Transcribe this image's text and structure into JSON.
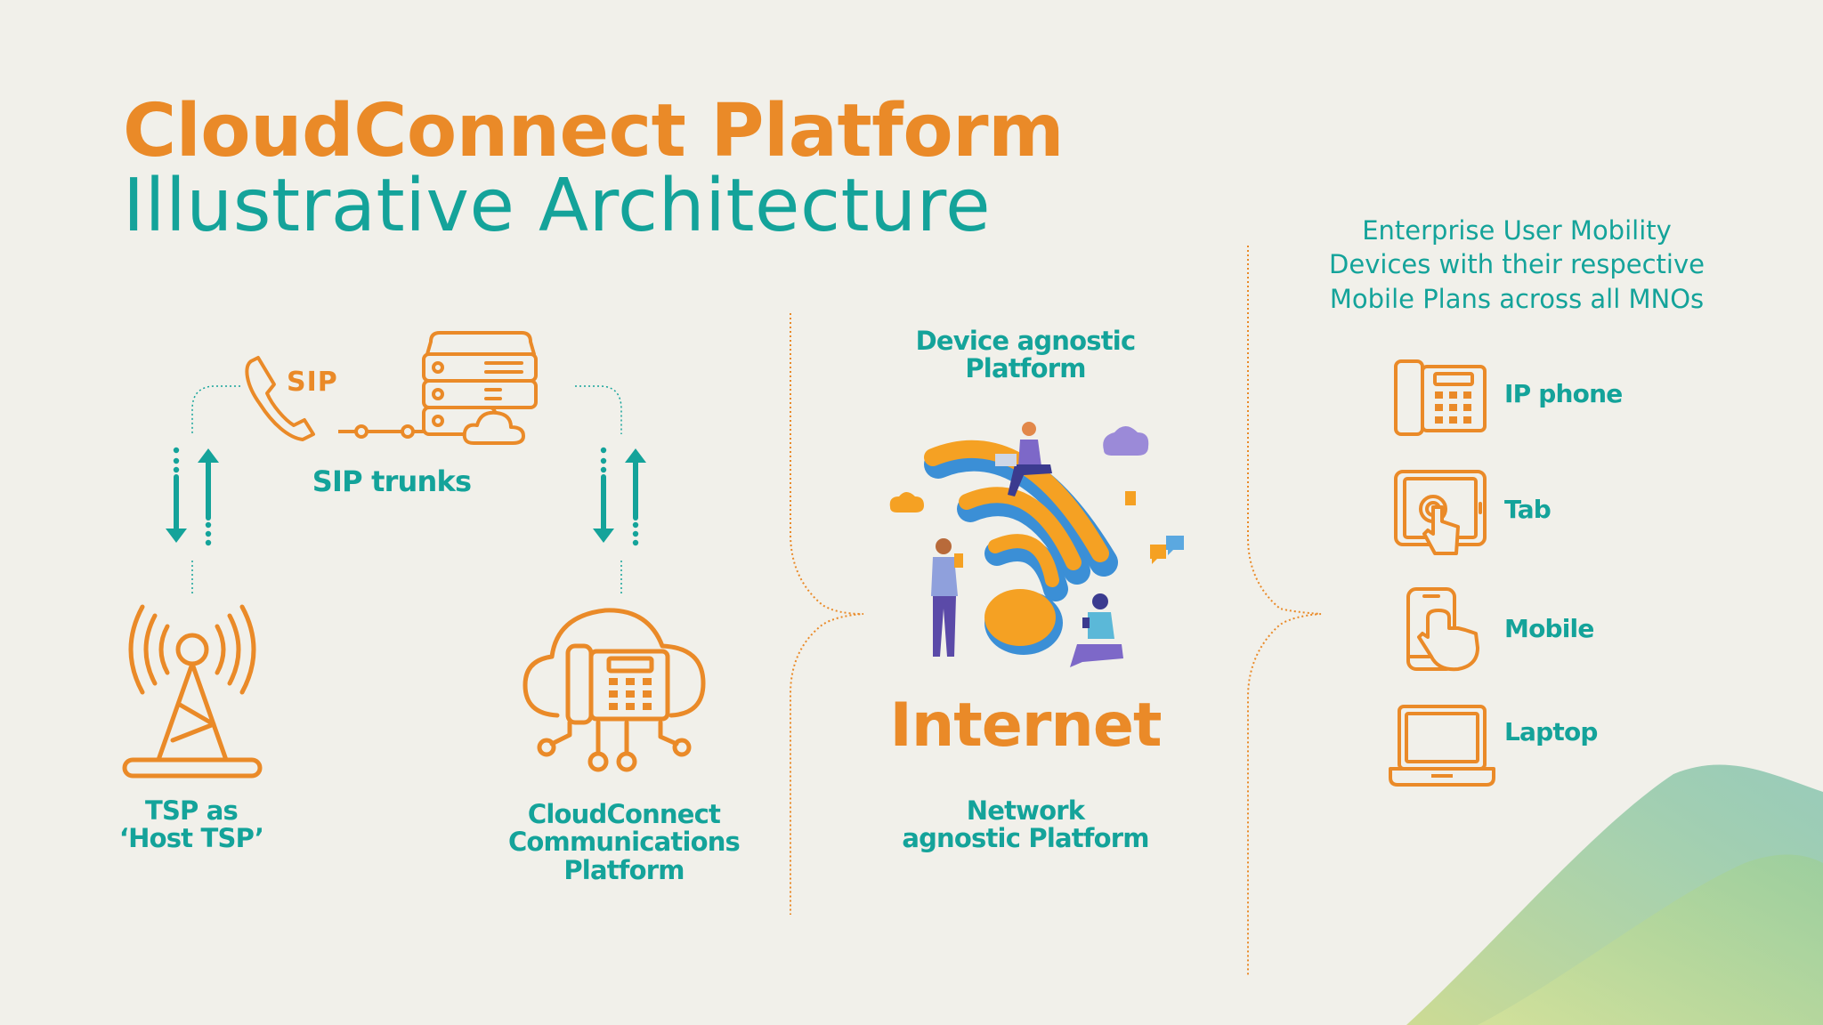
{
  "title": {
    "main": "CloudConnect Platform",
    "sub": "Illustrative Architecture"
  },
  "left": {
    "sip_badge": "SIP",
    "sip_trunks_label": "SIP trunks",
    "tsp_label_lines": [
      "TSP as",
      "‘Host TSP’"
    ],
    "ccp_label_lines": [
      "CloudConnect",
      "Communications",
      "Platform"
    ]
  },
  "middle": {
    "device_agnostic_lines": [
      "Device agnostic",
      "Platform"
    ],
    "internet": "Internet",
    "network_agnostic_lines": [
      "Network",
      "agnostic Platform"
    ]
  },
  "right": {
    "heading_lines": [
      "Enterprise  User Mobility",
      "Devices with their respective",
      "Mobile Plans across all MNOs"
    ],
    "devices": [
      {
        "icon": "ip-phone-icon",
        "label": "IP phone"
      },
      {
        "icon": "tablet-touch-icon",
        "label": "Tab"
      },
      {
        "icon": "mobile-touch-icon",
        "label": "Mobile"
      },
      {
        "icon": "laptop-icon",
        "label": "Laptop"
      }
    ]
  },
  "colors": {
    "orange": "#ea8a28",
    "teal": "#14a39a",
    "background": "#f1f0ea",
    "wifi_blue": "#3b8fd6",
    "purple": "#7d68c8"
  }
}
